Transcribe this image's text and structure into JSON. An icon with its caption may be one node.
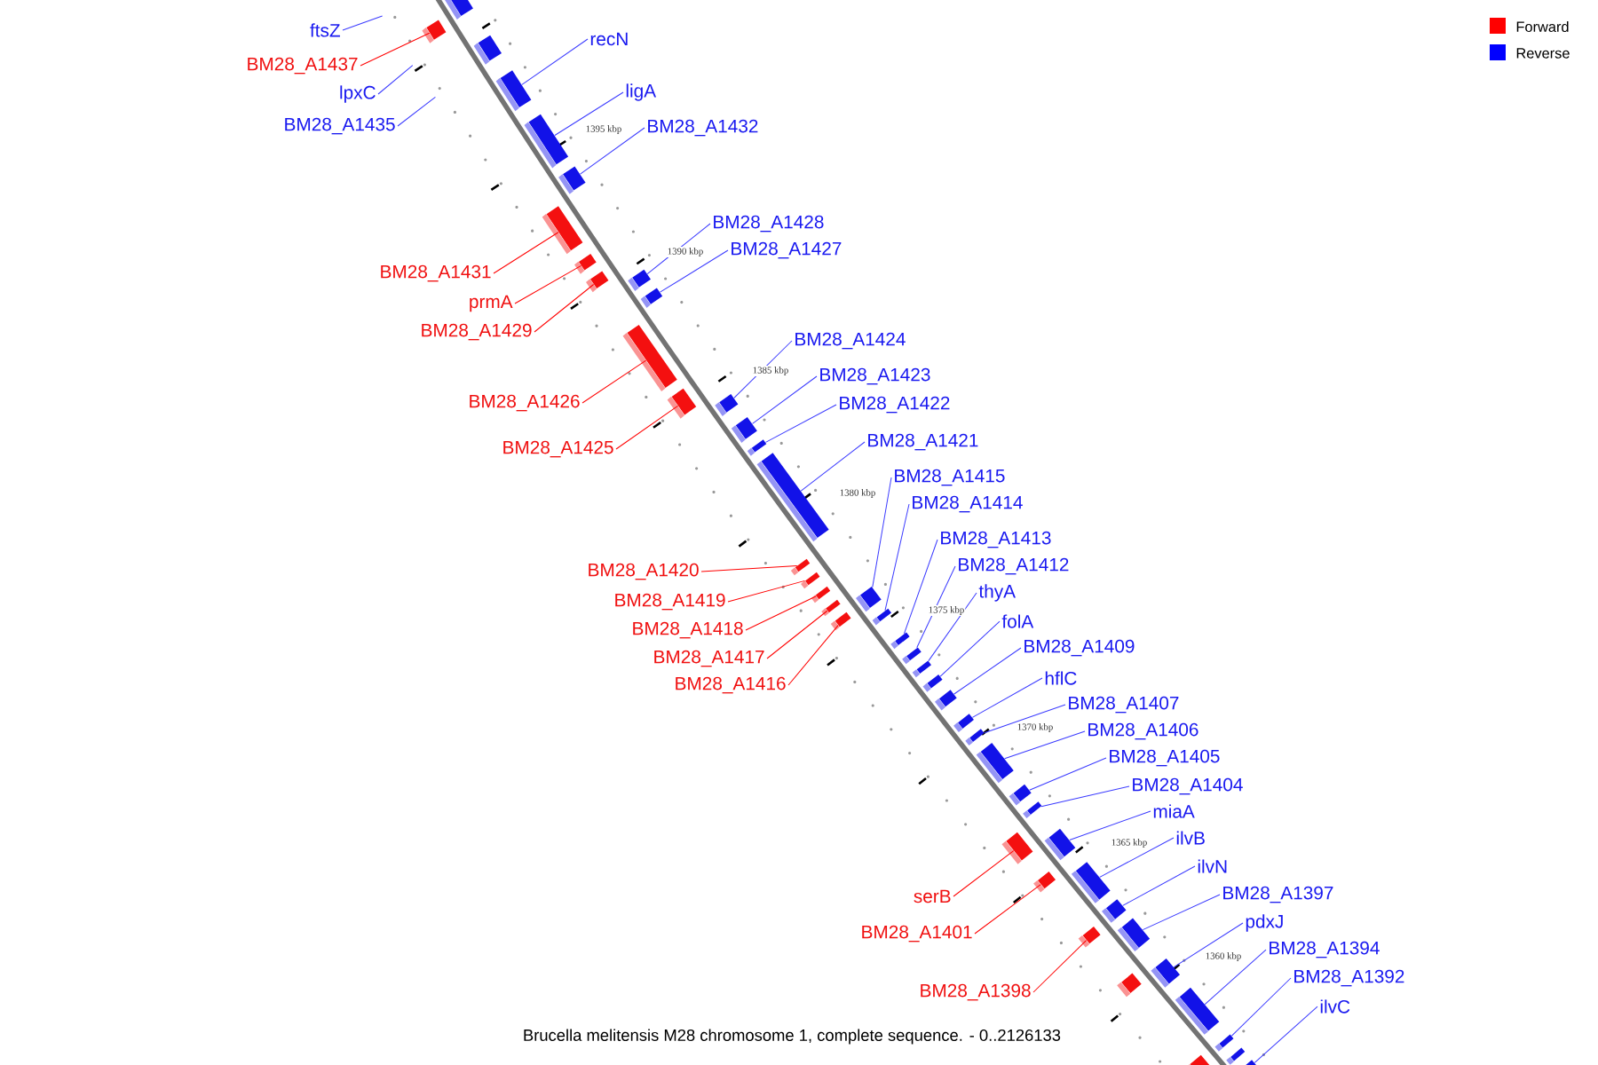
{
  "diagram": {
    "caption": "Brucella melitensis M28 chromosome 1, complete sequence. - 0..2126133",
    "nodes": [
      {
        "text": [
          "ftsZ"
        ]
      },
      {
        "text": [
          "recN"
        ]
      },
      {
        "text": [
          "BM28_A1437"
        ]
      },
      {
        "text": [
          "ligA"
        ]
      },
      {
        "text": [
          "lpxC"
        ]
      },
      {
        "text": [
          "BM28_A1435"
        ]
      },
      {
        "text": [
          "BM28_A1432"
        ]
      },
      {
        "text": [
          "BM28_A1428"
        ]
      },
      {
        "text": [
          "BM28_A1427"
        ]
      },
      {
        "text": [
          "BM28_A1431"
        ]
      },
      {
        "text": [
          "prmA"
        ]
      },
      {
        "text": [
          "BM28_A1429"
        ]
      },
      {
        "text": [
          "BM28_A1424"
        ]
      },
      {
        "text": [
          "BM28_A1423"
        ]
      },
      {
        "text": [
          "BM28_A1426"
        ]
      },
      {
        "text": [
          "BM28_A1422"
        ]
      },
      {
        "text": [
          "BM28_A1421"
        ]
      },
      {
        "text": [
          "BM28_A1425"
        ]
      },
      {
        "text": [
          "BM28_A1415"
        ]
      },
      {
        "text": [
          "BM28_A1414"
        ]
      },
      {
        "text": [
          "BM28_A1413"
        ]
      },
      {
        "text": [
          "BM28_A1412"
        ]
      },
      {
        "text": [
          "BM28_A1420"
        ]
      },
      {
        "text": [
          "thyA"
        ]
      },
      {
        "text": [
          "BM28_A1419"
        ]
      },
      {
        "text": [
          "folA"
        ]
      },
      {
        "text": [
          "BM28_A1418"
        ]
      },
      {
        "text": [
          "BM28_A1409"
        ]
      },
      {
        "text": [
          "BM28_A1417"
        ]
      },
      {
        "text": [
          "hflC"
        ]
      },
      {
        "text": [
          "BM28_A1416"
        ]
      },
      {
        "text": [
          "BM28_A1407"
        ]
      },
      {
        "text": [
          "BM28_A1406"
        ]
      },
      {
        "text": [
          "BM28_A1405"
        ]
      },
      {
        "text": [
          "BM28_A1404"
        ]
      },
      {
        "text": [
          "miaA"
        ]
      },
      {
        "text": [
          "ilvB"
        ]
      },
      {
        "text": [
          "ilvN"
        ]
      },
      {
        "text": [
          "BM28_A1397"
        ]
      },
      {
        "text": [
          "serB"
        ]
      },
      {
        "text": [
          "pdxJ"
        ]
      },
      {
        "text": [
          "BM28_A1401"
        ]
      },
      {
        "text": [
          "BM28_A1394"
        ]
      },
      {
        "text": [
          "BM28_A1392"
        ]
      },
      {
        "text": [
          "BM28_A1398"
        ]
      },
      {
        "text": [
          "ilvC"
        ]
      },
      {
        "text": [],
        "shape": "box"
      },
      {
        "text": [],
        "shape": "box"
      },
      {
        "text": [],
        "shape": "box"
      },
      {
        "text": [],
        "shape": "box"
      },
      {
        "text": [],
        "shape": "box"
      },
      {
        "text": [],
        "shape": "box"
      },
      {
        "text": [],
        "shape": "box"
      },
      {
        "text": [],
        "shape": "box"
      },
      {
        "text": [],
        "shape": "box"
      },
      {
        "text": [],
        "shape": "box"
      },
      {
        "text": [],
        "shape": "box"
      },
      {
        "text": [],
        "shape": "box"
      },
      {
        "text": [],
        "shape": "box"
      },
      {
        "text": [],
        "shape": "box"
      },
      {
        "text": [],
        "shape": "box"
      },
      {
        "text": [],
        "shape": "box"
      },
      {
        "text": [],
        "shape": "box"
      },
      {
        "text": [],
        "shape": "box"
      },
      {
        "text": [],
        "shape": "box"
      },
      {
        "text": [],
        "shape": "box"
      },
      {
        "text": [],
        "shape": "box"
      },
      {
        "text": [],
        "shape": "box"
      },
      {
        "text": [],
        "shape": "box"
      },
      {
        "text": [],
        "shape": "box"
      },
      {
        "text": [],
        "shape": "box"
      },
      {
        "text": [],
        "shape": "box"
      },
      {
        "text": [],
        "shape": "box"
      },
      {
        "text": [],
        "shape": "box"
      },
      {
        "text": [],
        "shape": "box"
      },
      {
        "text": [],
        "shape": "box"
      },
      {
        "text": [],
        "shape": "box"
      },
      {
        "text": [],
        "shape": "box"
      },
      {
        "text": [],
        "shape": "box"
      },
      {
        "text": [],
        "shape": "box"
      },
      {
        "text": [],
        "shape": "box"
      },
      {
        "text": [],
        "shape": "box"
      },
      {
        "text": [],
        "shape": "box"
      },
      {
        "text": [],
        "shape": "box"
      },
      {
        "text": [],
        "shape": "box"
      },
      {
        "text": [],
        "shape": "box"
      },
      {
        "text": [],
        "shape": "box"
      },
      {
        "text": [],
        "shape": "box"
      },
      {
        "text": [],
        "shape": "box"
      },
      {
        "text": [],
        "shape": "box"
      },
      {
        "text": [],
        "shape": "box"
      },
      {
        "text": [],
        "shape": "box"
      },
      {
        "text": [],
        "shape": "box"
      },
      {
        "text": [],
        "shape": "box"
      }
    ],
    "edges": [
      {
        "from": 0,
        "to": null,
        "arrow": "none"
      },
      {
        "from": 1,
        "to": 46,
        "arrow": "none"
      },
      {
        "from": 2,
        "to": 47,
        "arrow": "none",
        "color": "#ff0000"
      },
      {
        "from": 3,
        "to": 48,
        "arrow": "none"
      },
      {
        "from": 4,
        "to": null,
        "arrow": "none"
      },
      {
        "from": 5,
        "to": null,
        "arrow": "none"
      },
      {
        "from": 6,
        "to": 49,
        "arrow": "none"
      },
      {
        "from": 7,
        "to": 50,
        "arrow": "none"
      },
      {
        "from": 8,
        "to": 51,
        "arrow": "none"
      },
      {
        "from": 9,
        "to": 52,
        "arrow": "none",
        "color": "#ff0000"
      },
      {
        "from": 10,
        "to": 53,
        "arrow": "none",
        "color": "#ff0000"
      },
      {
        "from": 11,
        "to": 54,
        "arrow": "none",
        "color": "#ff0000"
      },
      {
        "from": 12,
        "to": 55,
        "arrow": "none"
      },
      {
        "from": 13,
        "to": 56,
        "arrow": "none"
      },
      {
        "from": 14,
        "to": 57,
        "arrow": "none",
        "color": "#ff0000"
      },
      {
        "from": 15,
        "to": 58,
        "arrow": "none"
      },
      {
        "from": 16,
        "to": 59,
        "arrow": "none"
      },
      {
        "from": 17,
        "to": 60,
        "arrow": "none",
        "color": "#ff0000"
      },
      {
        "from": 18,
        "to": 61,
        "arrow": "none"
      },
      {
        "from": 19,
        "to": 62,
        "arrow": "none"
      },
      {
        "from": 20,
        "to": 63,
        "arrow": "none"
      },
      {
        "from": 21,
        "to": 64,
        "arrow": "none"
      },
      {
        "from": 22,
        "to": 65,
        "arrow": "none",
        "color": "#ff0000"
      },
      {
        "from": 23,
        "to": 66,
        "arrow": "none"
      },
      {
        "from": 24,
        "to": 67,
        "arrow": "none",
        "color": "#ff0000"
      },
      {
        "from": 25,
        "to": 68,
        "arrow": "none"
      },
      {
        "from": 26,
        "to": 69,
        "arrow": "none",
        "color": "#ff0000"
      },
      {
        "from": 27,
        "to": 70,
        "arrow": "none"
      },
      {
        "from": 28,
        "to": 71,
        "arrow": "none",
        "color": "#ff0000"
      },
      {
        "from": 29,
        "to": 72,
        "arrow": "none"
      },
      {
        "from": 30,
        "to": 73,
        "arrow": "none",
        "color": "#ff0000"
      },
      {
        "from": 31,
        "to": 74,
        "arrow": "none"
      },
      {
        "from": 32,
        "to": 75,
        "arrow": "none"
      },
      {
        "from": 33,
        "to": 76,
        "arrow": "none"
      },
      {
        "from": 34,
        "to": 77,
        "arrow": "none"
      },
      {
        "from": 35,
        "to": 78,
        "arrow": "none"
      },
      {
        "from": 36,
        "to": 79,
        "arrow": "none"
      },
      {
        "from": 37,
        "to": 80,
        "arrow": "none"
      },
      {
        "from": 38,
        "to": 81,
        "arrow": "none"
      },
      {
        "from": 39,
        "to": 82,
        "arrow": "none",
        "color": "#ff0000"
      },
      {
        "from": 40,
        "to": 83,
        "arrow": "none"
      },
      {
        "from": 41,
        "to": 84,
        "arrow": "none",
        "color": "#ff0000"
      },
      {
        "from": 42,
        "to": 85,
        "arrow": "none"
      },
      {
        "from": 43,
        "to": 86,
        "arrow": "none"
      },
      {
        "from": 44,
        "to": 87,
        "arrow": "none",
        "color": "#ff0000"
      },
      {
        "from": 45,
        "to": 88,
        "arrow": "none"
      }
    ],
    "labels": [
      "1395 kbp",
      "1390 kbp",
      "1385 kbp",
      "1380 kbp",
      "1375 kbp",
      "1370 kbp",
      "1365 kbp",
      "1360 kbp"
    ],
    "legend": [
      {
        "text": "Forward",
        "color": "#ff0000"
      },
      {
        "text": "Reverse",
        "color": "#0000ff"
      }
    ]
  }
}
